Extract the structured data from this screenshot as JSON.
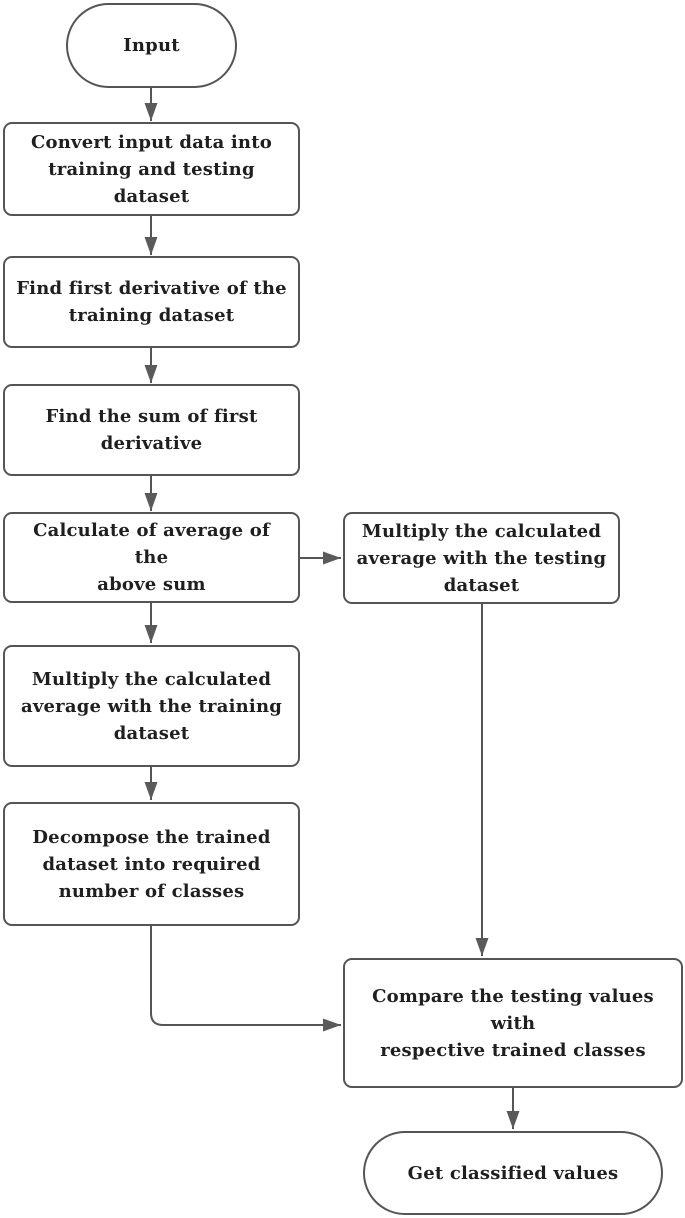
{
  "diagram": {
    "type": "flowchart",
    "nodes": {
      "input": {
        "label": "Input",
        "shape": "stadium"
      },
      "convert": {
        "label": "Convert input data into\ntraining and testing dataset",
        "shape": "rect"
      },
      "first_derivative": {
        "label": "Find first derivative of the\ntraining dataset",
        "shape": "rect"
      },
      "find_sum": {
        "label": "Find the sum of first\nderivative",
        "shape": "rect"
      },
      "calc_average": {
        "label": "Calculate of average of the\nabove sum",
        "shape": "rect"
      },
      "multiply_training": {
        "label": "Multiply the calculated\naverage with the training\ndataset",
        "shape": "rect"
      },
      "multiply_testing": {
        "label": "Multiply the calculated\naverage with the testing\ndataset",
        "shape": "rect"
      },
      "decompose": {
        "label": "Decompose the trained\ndataset into required\nnumber of classes",
        "shape": "rect"
      },
      "compare": {
        "label": "Compare the testing values with\nrespective trained classes",
        "shape": "rect"
      },
      "get_classified": {
        "label": "Get classified values",
        "shape": "stadium"
      }
    },
    "edges": [
      {
        "from": "input",
        "to": "convert"
      },
      {
        "from": "convert",
        "to": "first_derivative"
      },
      {
        "from": "first_derivative",
        "to": "find_sum"
      },
      {
        "from": "find_sum",
        "to": "calc_average"
      },
      {
        "from": "calc_average",
        "to": "multiply_training"
      },
      {
        "from": "calc_average",
        "to": "multiply_testing"
      },
      {
        "from": "multiply_training",
        "to": "decompose"
      },
      {
        "from": "decompose",
        "to": "compare"
      },
      {
        "from": "multiply_testing",
        "to": "compare"
      },
      {
        "from": "compare",
        "to": "get_classified"
      }
    ],
    "colors": {
      "line": "#555555",
      "text": "#1f1f1f",
      "node_fill": "#ffffff",
      "background": "#ffffff"
    }
  }
}
